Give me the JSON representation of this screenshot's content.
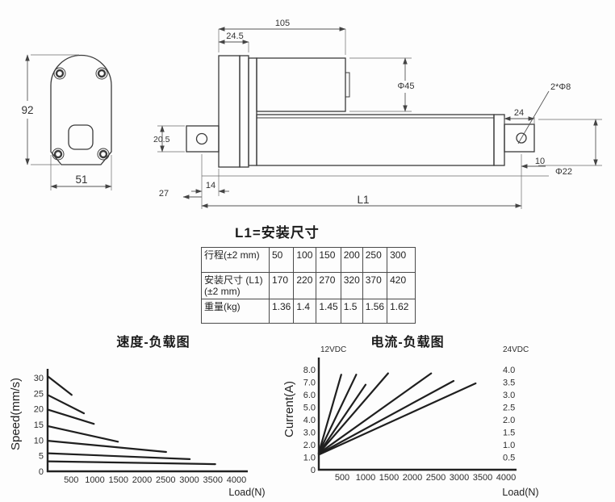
{
  "drawings": {
    "front_view": {
      "height_dim": "92",
      "width_dim": "51"
    },
    "side_view": {
      "top_length_dim": "105",
      "rear_plate_dim": "24.5",
      "motor_diameter_dim": "Φ45",
      "mount_hole_callout": "2*Φ8",
      "front_clevis_width_dim": "24",
      "rear_clevis_height_dim": "20.5",
      "rear_end_dim": "27",
      "rear_hole_offset_dim": "14",
      "front_hole_offset_dim": "10",
      "rod_diameter_dim": "Φ22",
      "stroke_length_label": "L1"
    }
  },
  "spec_section": {
    "heading": "L1=安装尺寸",
    "table": {
      "rows": [
        {
          "label": "行程(±2 mm)",
          "values": [
            "50",
            "100",
            "150",
            "200",
            "250",
            "300"
          ]
        },
        {
          "label": "安装尺寸 (L1)(±2 mm)",
          "values": [
            "170",
            "220",
            "270",
            "320",
            "370",
            "420"
          ]
        },
        {
          "label": "重量(kg)",
          "values": [
            "1.36",
            "1.4",
            "1.45",
            "1.5",
            "1.56",
            "1.62"
          ]
        }
      ]
    }
  },
  "chart_data": [
    {
      "type": "line",
      "title": "速度-负载图",
      "xlabel": "Load(N)",
      "ylabel": "Speed(mm/s)",
      "xlim": [
        0,
        4300
      ],
      "ylim": [
        0,
        32
      ],
      "grid": false,
      "legend": "none",
      "x_ticks": [
        500,
        1000,
        1500,
        2000,
        2500,
        3000,
        3500,
        4000
      ],
      "y_ticks": [
        0,
        5,
        10,
        15,
        20,
        25,
        30
      ],
      "series": [
        {
          "name": "speed-line-1",
          "points": [
            [
              0,
              30.5
            ],
            [
              510,
              24.5
            ]
          ]
        },
        {
          "name": "speed-line-2",
          "points": [
            [
              0,
              24.5
            ],
            [
              770,
              18.6
            ]
          ]
        },
        {
          "name": "speed-line-3",
          "points": [
            [
              0,
              19.8
            ],
            [
              980,
              15.2
            ]
          ]
        },
        {
          "name": "speed-line-4",
          "points": [
            [
              0,
              14.5
            ],
            [
              1490,
              9.5
            ]
          ]
        },
        {
          "name": "speed-line-5",
          "points": [
            [
              0,
              9.8
            ],
            [
              2510,
              6.2
            ]
          ]
        },
        {
          "name": "speed-line-6",
          "points": [
            [
              0,
              5.8
            ],
            [
              3010,
              3.9
            ]
          ]
        },
        {
          "name": "speed-line-7",
          "points": [
            [
              0,
              3.2
            ],
            [
              3550,
              2.3
            ]
          ]
        }
      ]
    },
    {
      "type": "line",
      "title": "电流-负载图",
      "xlabel": "Load(N)",
      "ylabel": "Current(A)",
      "left_axis_label": "12VDC",
      "right_axis_label": "24VDC",
      "xlim": [
        0,
        4100
      ],
      "ylim": [
        0,
        8.8
      ],
      "grid": false,
      "legend": "none",
      "x_ticks": [
        500,
        1000,
        1500,
        2000,
        2500,
        3000,
        3500,
        4000
      ],
      "y_ticks_left": [
        [
          0,
          "0"
        ],
        [
          1,
          "1.0"
        ],
        [
          2,
          "2.0"
        ],
        [
          3,
          "3.0"
        ],
        [
          4,
          "4.0"
        ],
        [
          5,
          "5.0"
        ],
        [
          6,
          "6.0"
        ],
        [
          7,
          "7.0"
        ],
        [
          8,
          "8.0"
        ]
      ],
      "y_ticks_right": [
        [
          1,
          "0.5"
        ],
        [
          2,
          "1.0"
        ],
        [
          3,
          "1.5"
        ],
        [
          4,
          "2.0"
        ],
        [
          5,
          "2.5"
        ],
        [
          6,
          "3.0"
        ],
        [
          7,
          "3.5"
        ],
        [
          8,
          "4.0"
        ]
      ],
      "series": [
        {
          "name": "current-line-1",
          "points": [
            [
              0,
              1.35
            ],
            [
              480,
              7.6
            ]
          ]
        },
        {
          "name": "current-line-2",
          "points": [
            [
              0,
              1.35
            ],
            [
              800,
              7.6
            ]
          ]
        },
        {
          "name": "current-line-3",
          "points": [
            [
              0,
              1.3
            ],
            [
              1000,
              6.8
            ]
          ]
        },
        {
          "name": "current-line-4",
          "points": [
            [
              0,
              1.3
            ],
            [
              1480,
              7.7
            ]
          ]
        },
        {
          "name": "current-line-5",
          "points": [
            [
              0,
              1.3
            ],
            [
              2400,
              7.7
            ]
          ]
        },
        {
          "name": "current-line-6",
          "points": [
            [
              0,
              1.25
            ],
            [
              2880,
              7.1
            ]
          ]
        },
        {
          "name": "current-line-7",
          "points": [
            [
              0,
              1.2
            ],
            [
              3350,
              6.9
            ]
          ]
        }
      ]
    }
  ]
}
